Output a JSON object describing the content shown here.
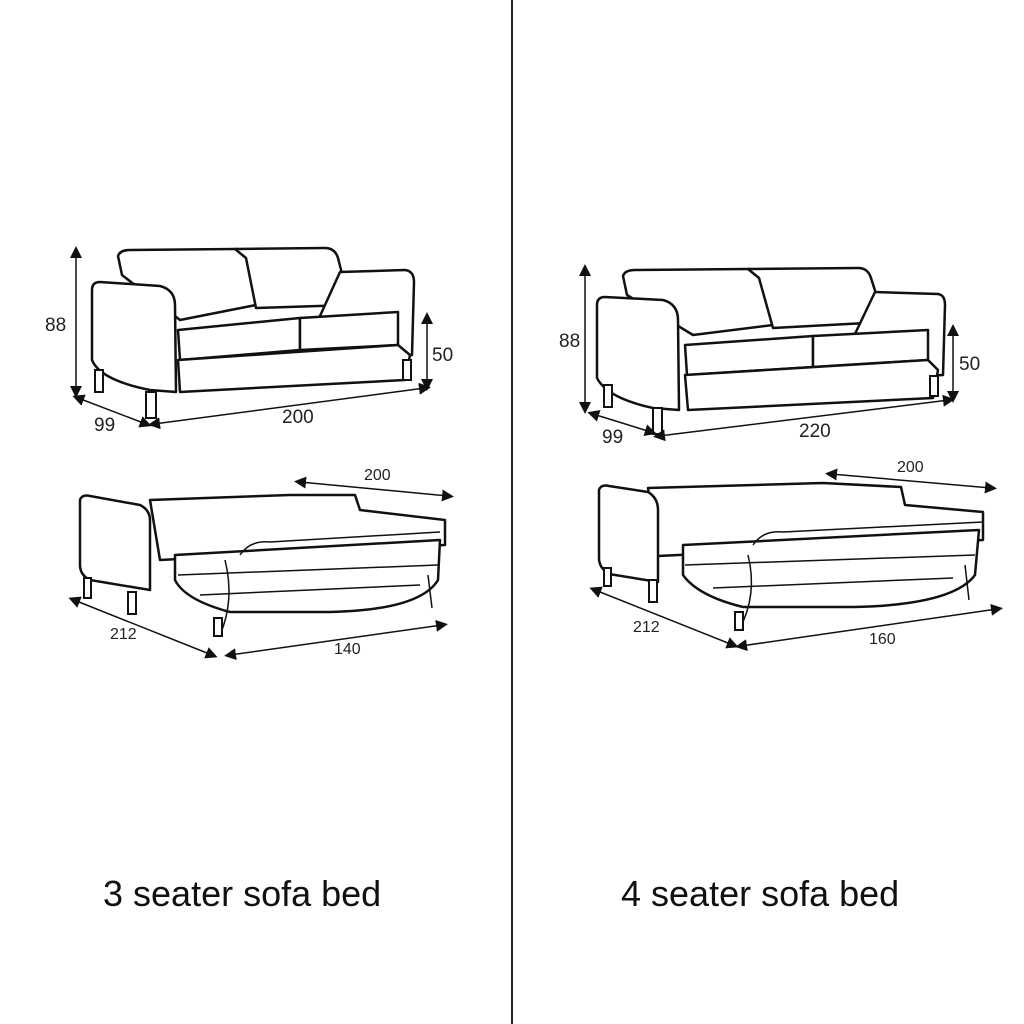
{
  "panels": [
    {
      "caption": "3 seater sofa bed",
      "sofa_dimensions": {
        "height": "88",
        "depth": "99",
        "width": "200",
        "seat_height": "50"
      },
      "bed_dimensions": {
        "mattress_length": "200",
        "open_depth": "212",
        "mattress_width": "140"
      }
    },
    {
      "caption": "4 seater sofa bed",
      "sofa_dimensions": {
        "height": "88",
        "depth": "99",
        "width": "220",
        "seat_height": "50"
      },
      "bed_dimensions": {
        "mattress_length": "200",
        "open_depth": "212",
        "mattress_width": "160"
      }
    }
  ],
  "colors": {
    "line": "#111111",
    "background": "#ffffff",
    "fill": "#ffffff"
  }
}
